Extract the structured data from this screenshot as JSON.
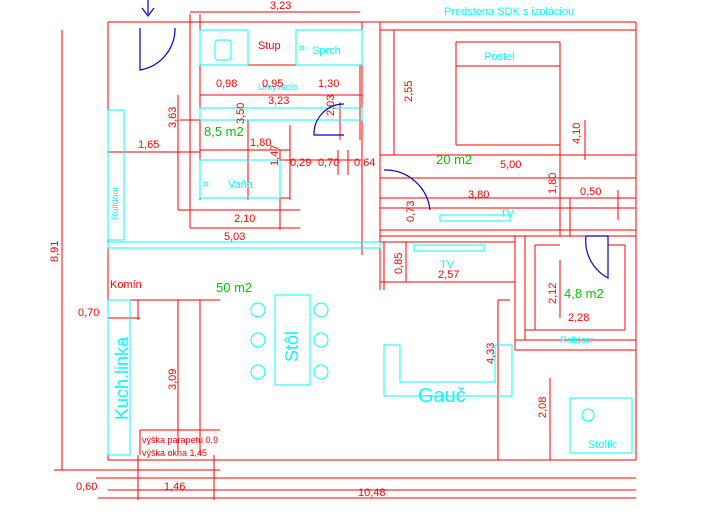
{
  "plan": {
    "title": "Predstena SDK s izoláciou",
    "rooms": {
      "stup": "Stup",
      "sprch": "Sprch",
      "umyvadlo": "Umývadlo",
      "vana": "Vaňa",
      "postel": "Postel",
      "komin": "Komín",
      "stol": "Stôl",
      "kuch_linka": "Kuch.linka",
      "gauc": "Gauč",
      "tv1": "TV",
      "tv2": "TV",
      "rolldoor1": "Rolldoor",
      "rolldoor2": "Rolldoor",
      "stolik": "Stolík"
    },
    "areas": {
      "bath": "8,5 m2",
      "bedroom": "20 m2",
      "living": "50 m2",
      "small": "4,8 m2"
    },
    "notes": {
      "parapet": "výška parapetu 0,9",
      "okno": "výška okna 1,45"
    },
    "dims": {
      "d323a": "3,23",
      "d098": "0,98",
      "d095": "0,95",
      "d130": "1,30",
      "d323b": "3,23",
      "d363": "3,63",
      "d350": "3,50",
      "d203": "2,03",
      "d165": "1,65",
      "d180a": "1,80",
      "d147": "1,47",
      "d029": "0,29",
      "d070a": "0,70",
      "d064": "0,64",
      "d210": "2,10",
      "d503": "5,03",
      "d255": "2,55",
      "d410": "4,10",
      "d500": "5,00",
      "d180b": "1,80",
      "d050": "0,50",
      "d380": "3,80",
      "d073": "0,73",
      "d085": "0,85",
      "d257": "2,57",
      "d212": "2,12",
      "d228": "2,28",
      "d891": "8,91",
      "d070b": "0,70",
      "d309": "3,09",
      "d433": "4,33",
      "d208": "2,08",
      "d060": "0,60",
      "d146": "1,46",
      "d1048": "10,48"
    }
  }
}
